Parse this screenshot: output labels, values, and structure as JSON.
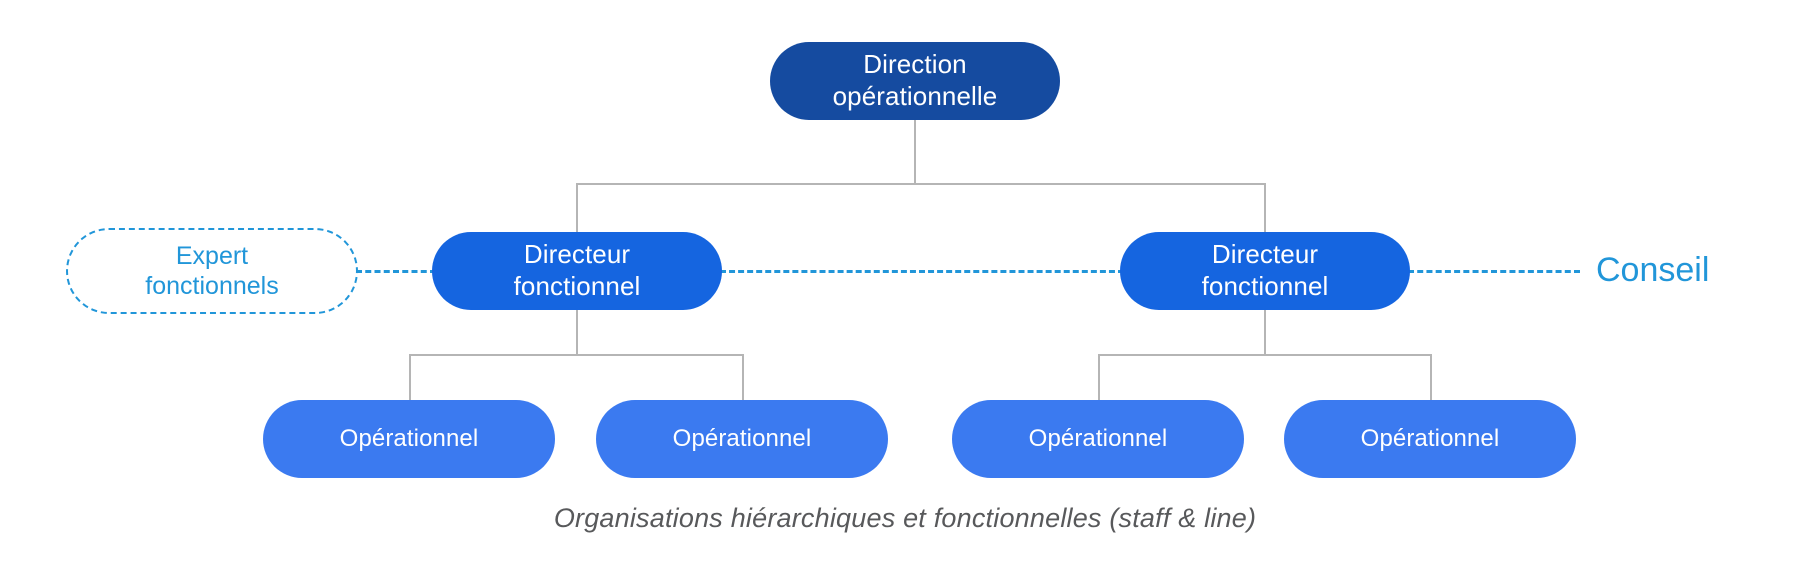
{
  "diagram": {
    "title_caption": "Organisations hiérarchiques et fonctionnelles (staff & line)",
    "colors": {
      "level1": "#154BA0",
      "level2": "#1565E0",
      "level3": "#3B7AF0",
      "staff_accent": "#2196D9",
      "connector": "#b5b5b5",
      "caption_text": "#58595b",
      "node_text": "#ffffff",
      "background": "#ffffff"
    },
    "nodes": {
      "top": {
        "label": "Direction\nopérationnelle",
        "level": "1"
      },
      "directors": [
        {
          "label": "Directeur\nfonctionnel"
        },
        {
          "label": "Directeur\nfonctionnel"
        }
      ],
      "operationals": [
        {
          "label": "Opérationnel"
        },
        {
          "label": "Opérationnel"
        },
        {
          "label": "Opérationnel"
        },
        {
          "label": "Opérationnel"
        }
      ],
      "staff_expert": {
        "label": "Expert\nfonctionnels"
      }
    },
    "side_label": {
      "text": "Conseil"
    }
  }
}
